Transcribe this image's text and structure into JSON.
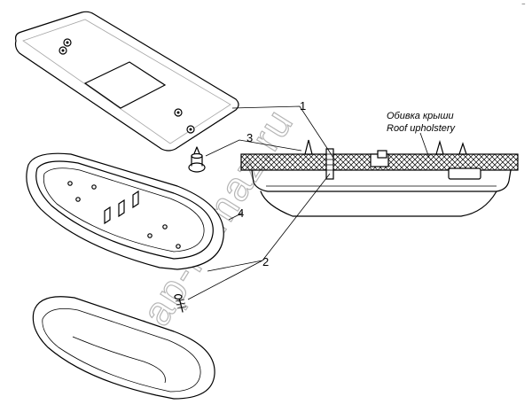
{
  "callouts": {
    "c1": "1",
    "c2": "2",
    "c3": "3",
    "c4": "4"
  },
  "caption": {
    "ru": "Обивка крыши",
    "en": "Roof upholstery"
  },
  "corner_mark": "⁻",
  "watermark": "zap-kamaz.ru"
}
